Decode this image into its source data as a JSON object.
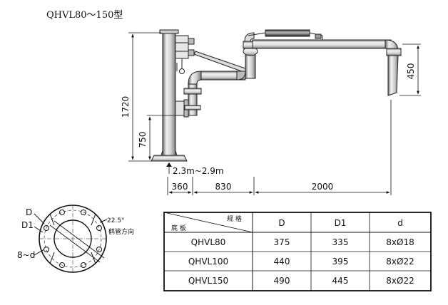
{
  "title": "QHVL80～150型",
  "dimensions": {
    "height_1720": "1720",
    "height_750": "750",
    "height_450": "450",
    "spacing": "2.3m~2.9m",
    "h_360": "360",
    "h_830": "830",
    "h_2000": "2000"
  },
  "flange": {
    "label_D": "D",
    "label_D1": "D1",
    "label_bolts": "8~d",
    "angle": "22.5°",
    "direction": "鹤管方向"
  },
  "table": {
    "header_corner_top": "规 格",
    "header_corner_bottom": "底 板",
    "columns": [
      "D",
      "D1",
      "d"
    ],
    "rows": [
      {
        "model": "QHVL80",
        "D": "375",
        "D1": "335",
        "d": "8xØ18"
      },
      {
        "model": "QHVL100",
        "D": "440",
        "D1": "395",
        "d": "8xØ22"
      },
      {
        "model": "QHVL150",
        "D": "490",
        "D1": "445",
        "d": "8xØ22"
      }
    ]
  }
}
